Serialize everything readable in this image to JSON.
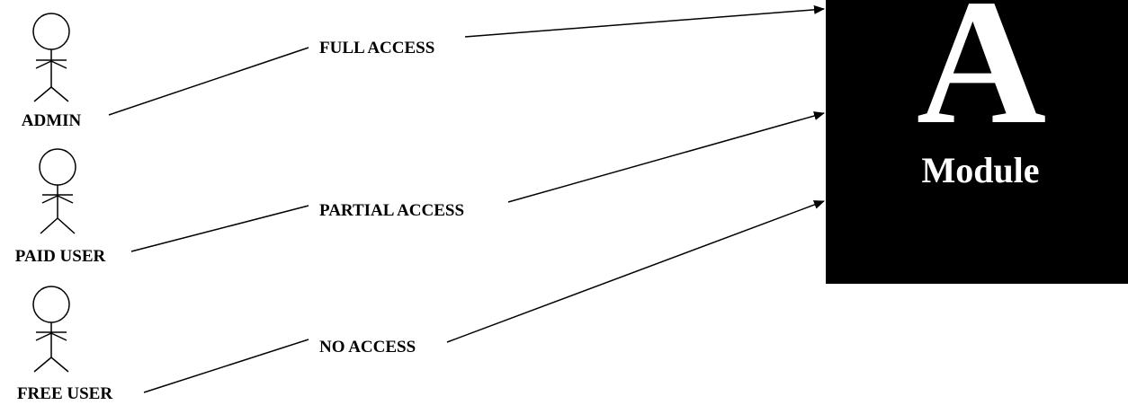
{
  "actors": [
    {
      "id": "admin",
      "label": "ADMIN"
    },
    {
      "id": "paid-user",
      "label": "PAID USER"
    },
    {
      "id": "free-user",
      "label": "FREE USER"
    }
  ],
  "edges": [
    {
      "from": "admin",
      "label": "FULL ACCESS"
    },
    {
      "from": "paid-user",
      "label": "PARTIAL ACCESS"
    },
    {
      "from": "free-user",
      "label": "NO ACCESS"
    }
  ],
  "module": {
    "letter": "A",
    "name": "Module",
    "fill": "#000000",
    "text_color": "#ffffff"
  },
  "colors": {
    "line": "#000000",
    "background": "#ffffff"
  }
}
